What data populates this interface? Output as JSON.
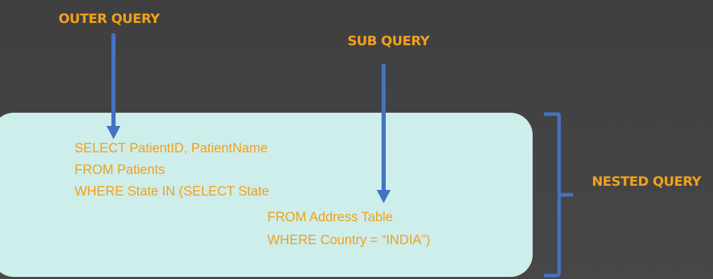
{
  "labels": {
    "outer": "OUTER QUERY",
    "sub": "SUB QUERY",
    "nested": "NESTED QUERY"
  },
  "outer_code": [
    "SELECT PatientID, PatientName",
    "FROM Patients",
    "WHERE State IN (SELECT State"
  ],
  "sub_code": [
    "FROM Address Table",
    "WHERE Country = “INDIA”)"
  ],
  "colors": {
    "text": "#f2a01c",
    "arrow": "#4472c4",
    "box": "#cdeeea",
    "background": "#424242"
  }
}
